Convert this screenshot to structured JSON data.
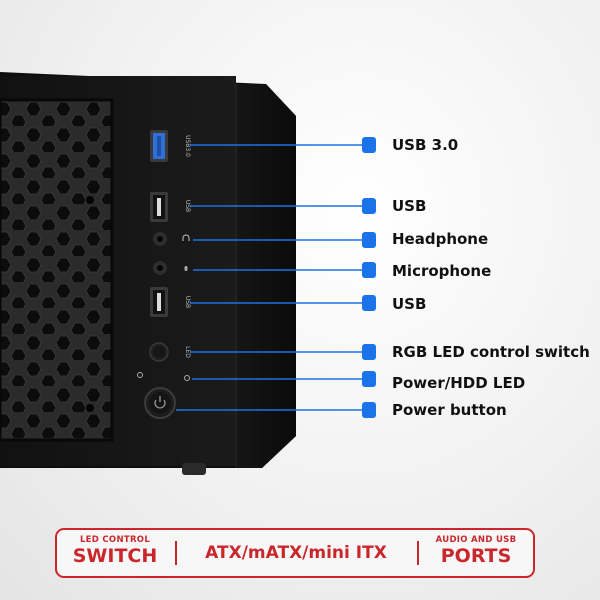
{
  "callouts": [
    {
      "label": "USB 3.0"
    },
    {
      "label": "USB"
    },
    {
      "label": "Headphone"
    },
    {
      "label": "Microphone"
    },
    {
      "label": "USB"
    },
    {
      "label": "RGB LED control switch"
    },
    {
      "label": "Power/HDD LED"
    },
    {
      "label": "Power button"
    }
  ],
  "port_labels": {
    "usb3": "USB3.0",
    "usb_top": "USB",
    "usb_bottom": "USB",
    "led": "LED"
  },
  "spec_bar": {
    "left_small": "LED CONTROL",
    "left_big": "SWITCH",
    "middle": "ATX/mATX/mini ITX",
    "right_small": "AUDIO AND USB",
    "right_big": "PORTS"
  },
  "colors": {
    "accent_blue": "#1a73e8",
    "usb3_blue": "#2f6fd6",
    "spec_red": "#c9272c",
    "case_black": "#141414"
  },
  "icons": [
    "headphone-icon",
    "microphone-icon",
    "power-icon",
    "hdd-led-icon"
  ]
}
